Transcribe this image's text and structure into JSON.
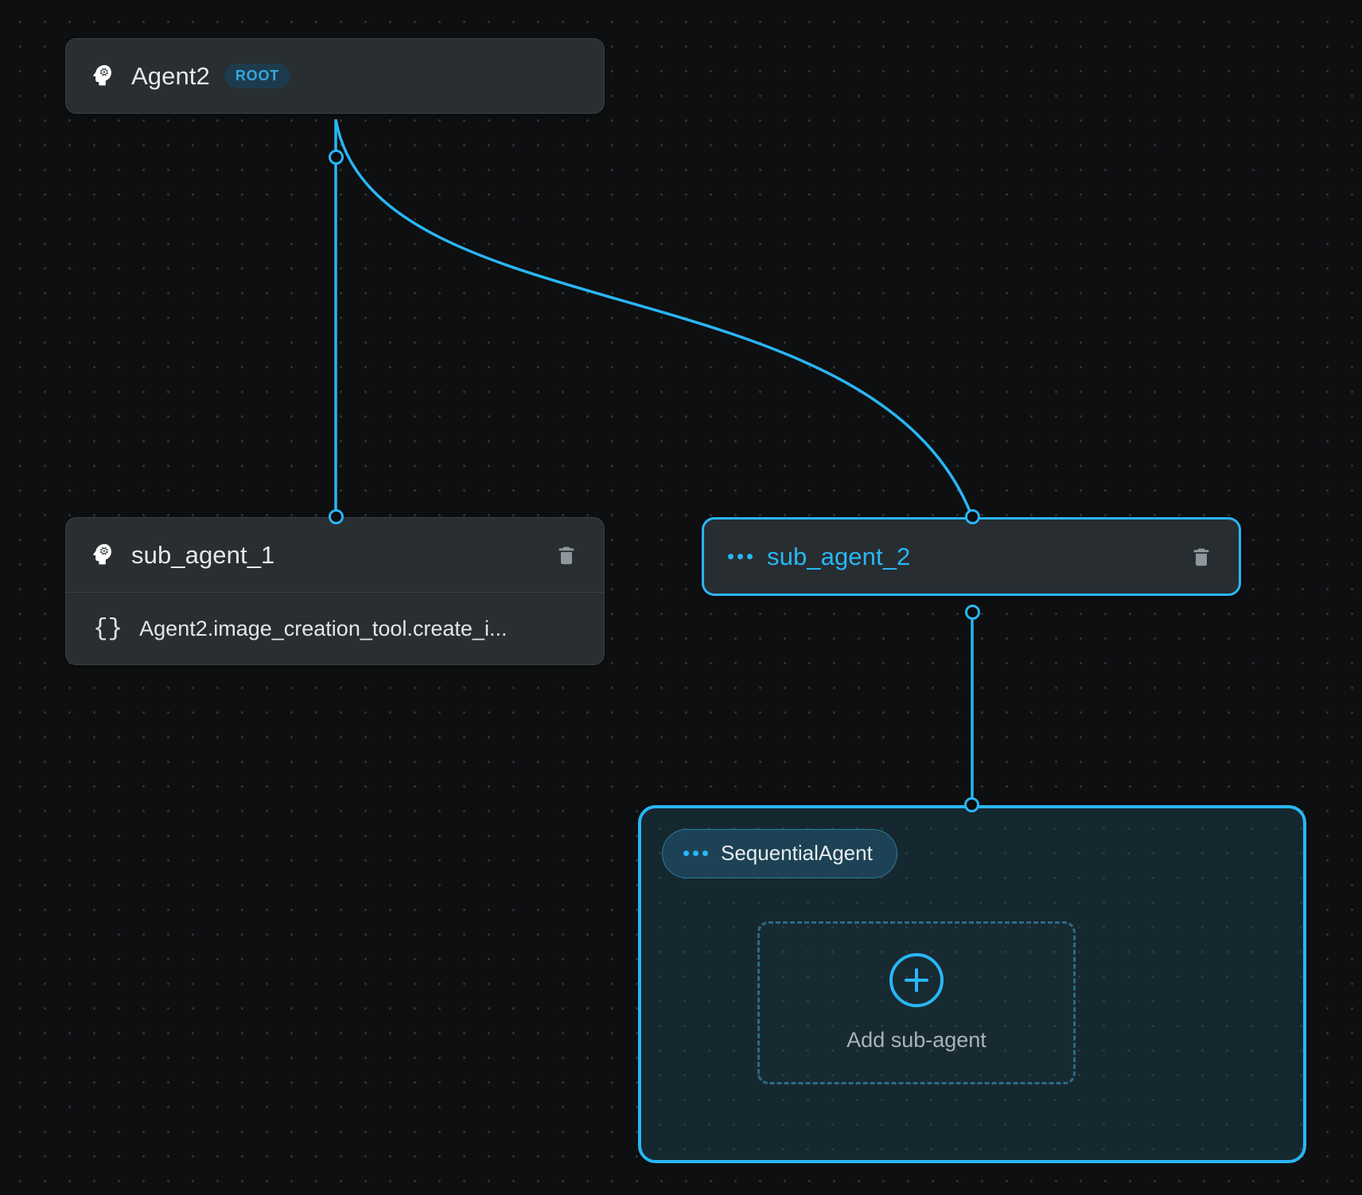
{
  "canvas": {
    "background_color": "#0e0f10",
    "dot_grid_color": "#2e3134",
    "accent_color": "#29b6f6"
  },
  "nodes": [
    {
      "id": "agent2",
      "type": "llm-agent",
      "title": "Agent2",
      "icon": "psychology-head-gear-icon",
      "badge": "ROOT",
      "selected": false,
      "tools": []
    },
    {
      "id": "sub_agent_1",
      "type": "llm-agent",
      "title": "sub_agent_1",
      "icon": "psychology-head-gear-icon",
      "selected": false,
      "delete_icon": "trash-icon",
      "tools": [
        {
          "icon": "braces-icon",
          "label": "Agent2.image_creation_tool.create_i..."
        }
      ]
    },
    {
      "id": "sub_agent_2",
      "type": "workflow-agent",
      "title": "sub_agent_2",
      "icon": "dots-horizontal-icon",
      "selected": true,
      "delete_icon": "trash-icon",
      "tools": []
    }
  ],
  "group": {
    "id": "sequential_agent",
    "badge_label": "SequentialAgent",
    "badge_icon": "dots-horizontal-icon",
    "dropzone": {
      "add_icon": "plus-circle-icon",
      "label": "Add sub-agent"
    }
  },
  "edges": [
    {
      "from": "agent2",
      "to": "sub_agent_1"
    },
    {
      "from": "agent2",
      "to": "sub_agent_2"
    },
    {
      "from": "sub_agent_2",
      "to": "sequential_agent"
    }
  ]
}
